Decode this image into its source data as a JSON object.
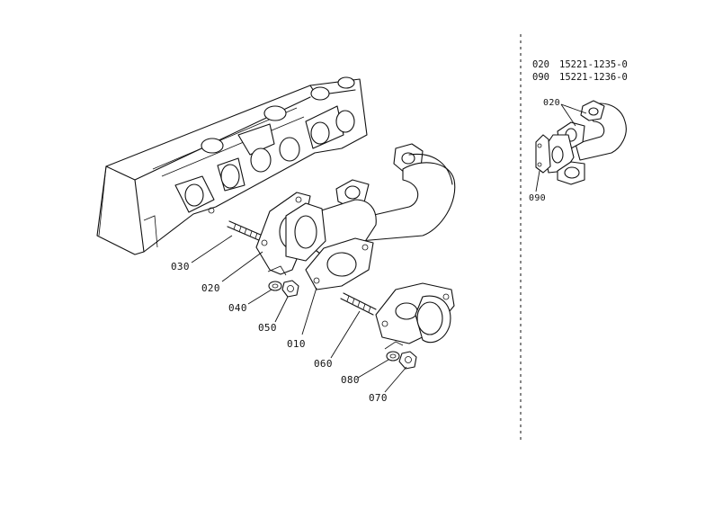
{
  "callouts": {
    "c010": "010",
    "c020": "020",
    "c030": "030",
    "c040": "040",
    "c050": "050",
    "c060": "060",
    "c070": "070",
    "c080": "080",
    "inset_020": "020",
    "inset_090": "090"
  },
  "legend": [
    {
      "num": "020",
      "part": "15221-1235-0"
    },
    {
      "num": "090",
      "part": "15221-1236-0"
    }
  ]
}
